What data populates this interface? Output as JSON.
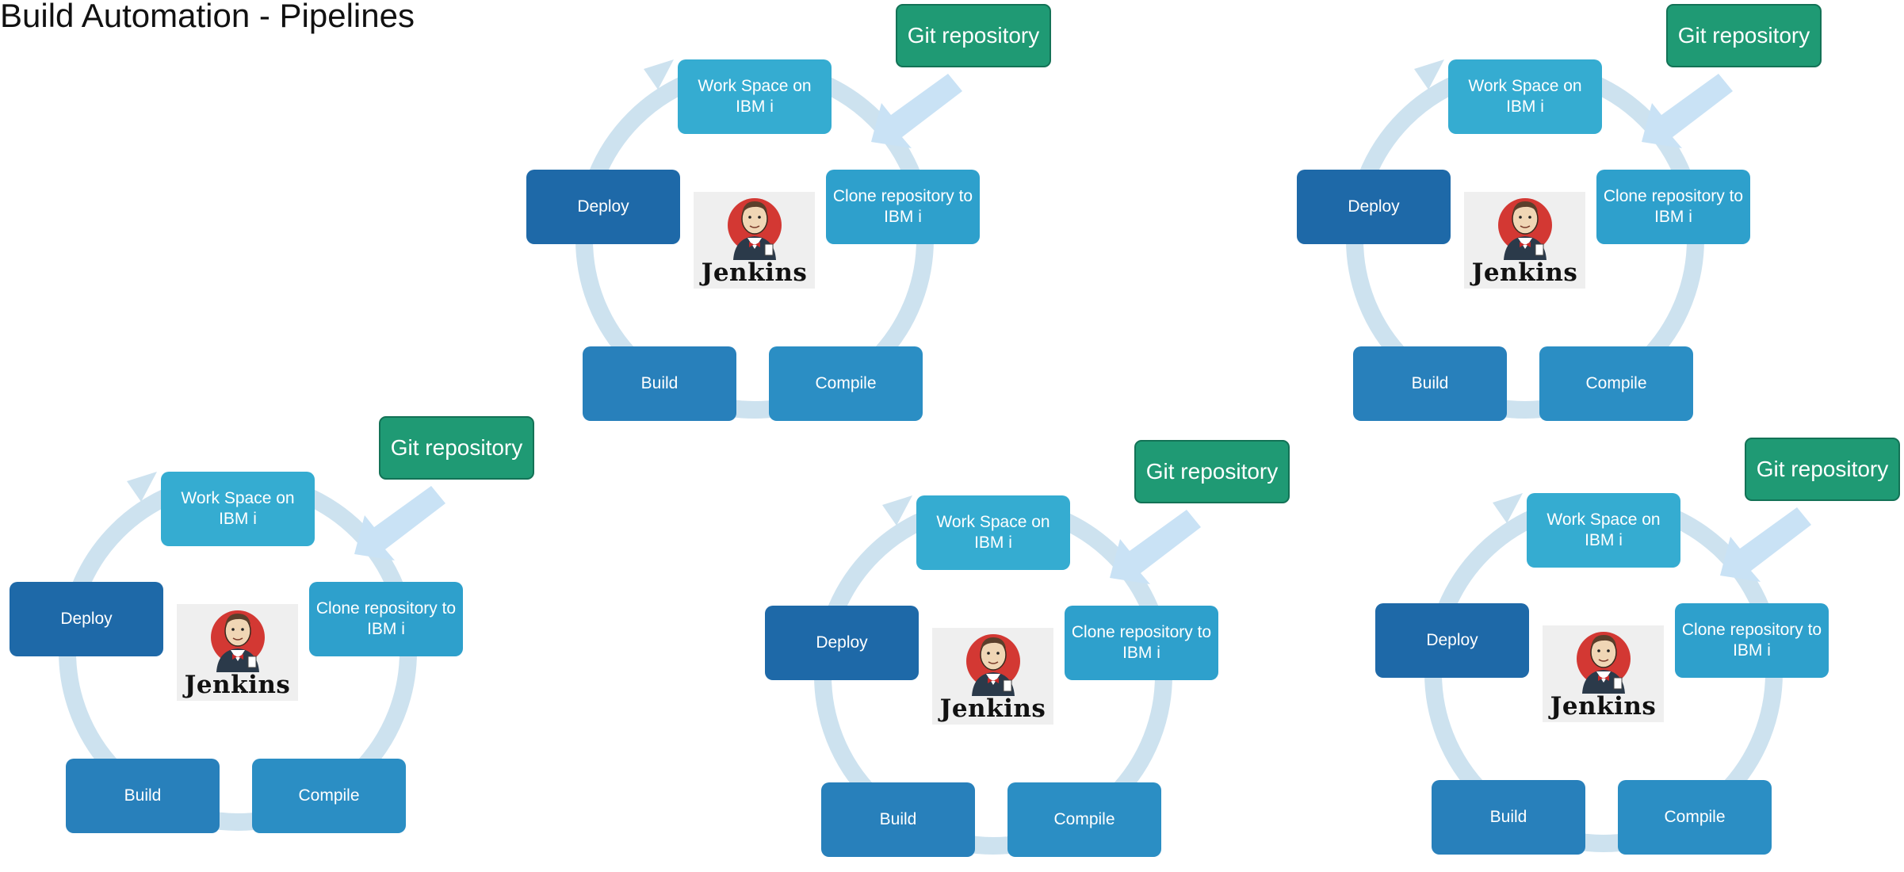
{
  "slide": {
    "title": "Build Automation - Pipelines"
  },
  "pipeline": {
    "git_label": "Git repository",
    "steps": {
      "workspace": "Work Space on IBM i",
      "clone": "Clone repository to IBM i",
      "compile": "Compile",
      "build": "Build",
      "deploy": "Deploy"
    },
    "logo_text": "Jenkins"
  },
  "colors": {
    "ring": "#cde2ef",
    "arrow": "#c9e2f5",
    "workspace": "#35acd1",
    "clone": "#2ea0cc",
    "compile": "#2b8ec4",
    "build": "#2880bb",
    "deploy": "#1e69a8",
    "git_fill": "#1f9a74",
    "git_border": "#137256"
  }
}
